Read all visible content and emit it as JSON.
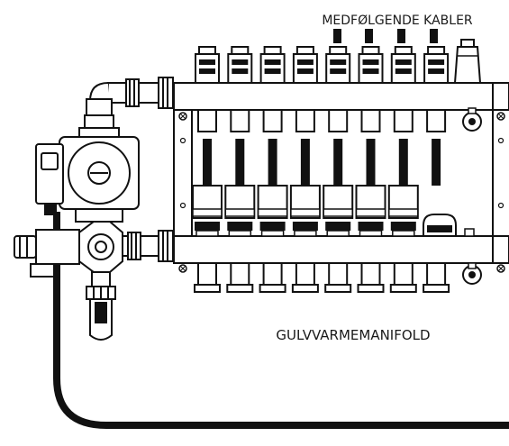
{
  "labels": {
    "cables": "MEDFØLGENDE KABLER",
    "manifold": "GULVVARMEMANIFOLD"
  },
  "loop_count": 8,
  "actuator_count": 7
}
